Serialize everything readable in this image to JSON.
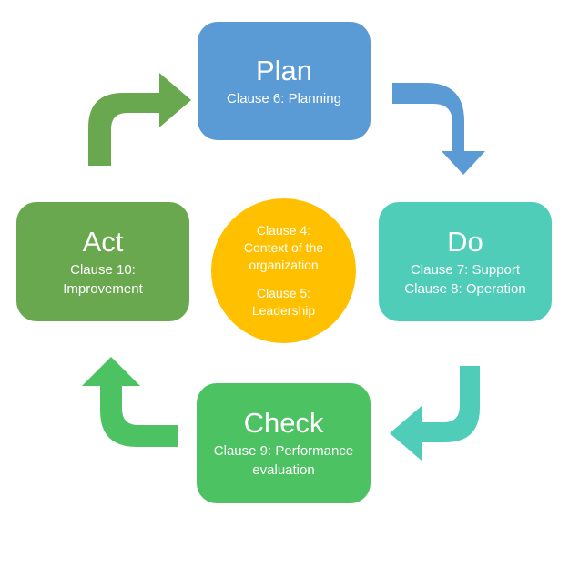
{
  "colors": {
    "plan": "#5b9bd5",
    "do": "#4fcdb9",
    "check": "#4cc262",
    "act": "#6aa84f",
    "center": "#ffc000",
    "text": "#ffffff"
  },
  "center": {
    "line1": "Clause 4:",
    "line2": "Context of the",
    "line3": "organization",
    "line4": "Clause 5:",
    "line5": "Leadership"
  },
  "plan": {
    "title": "Plan",
    "clause1": "Clause 6: Planning"
  },
  "do": {
    "title": "Do",
    "clause1": "Clause 7: Support",
    "clause2": "Clause 8: Operation"
  },
  "check": {
    "title": "Check",
    "clause1": "Clause 9: Performance",
    "clause2": "evaluation"
  },
  "act": {
    "title": "Act",
    "clause1": "Clause 10:",
    "clause2": "Improvement"
  }
}
